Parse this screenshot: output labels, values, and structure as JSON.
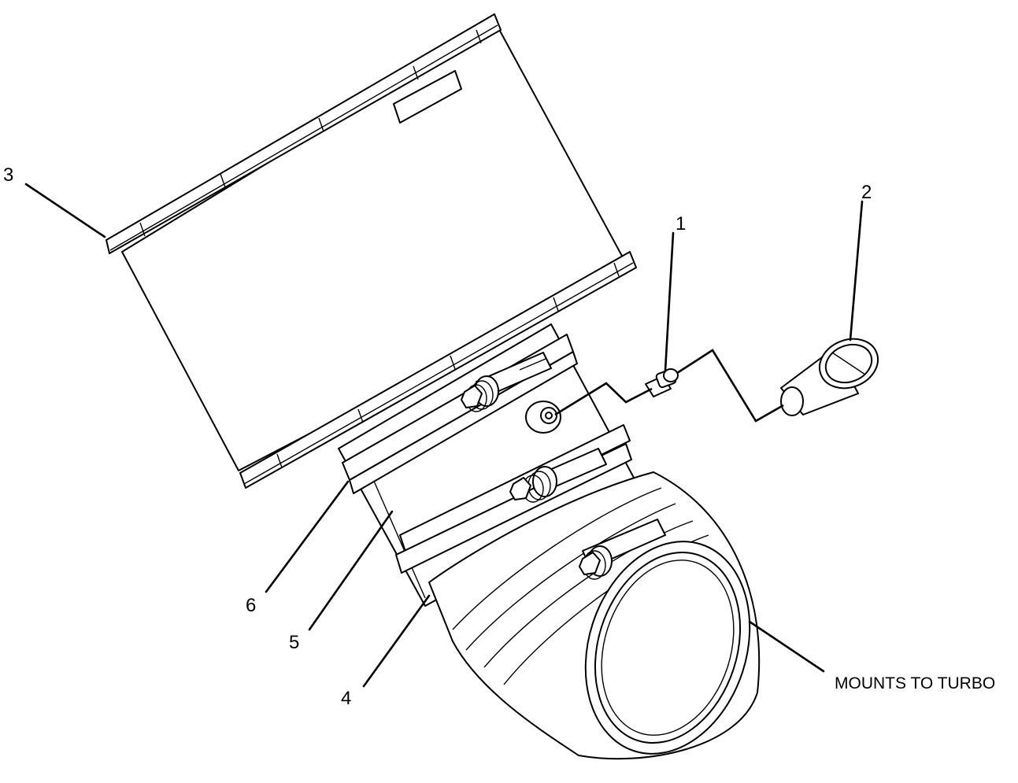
{
  "callouts": {
    "c1": "1",
    "c2": "2",
    "c3": "3",
    "c4": "4",
    "c5": "5",
    "c6": "6"
  },
  "note": "MOUNTS TO TURBO",
  "colors": {
    "line": "#000000",
    "background": "#ffffff"
  }
}
